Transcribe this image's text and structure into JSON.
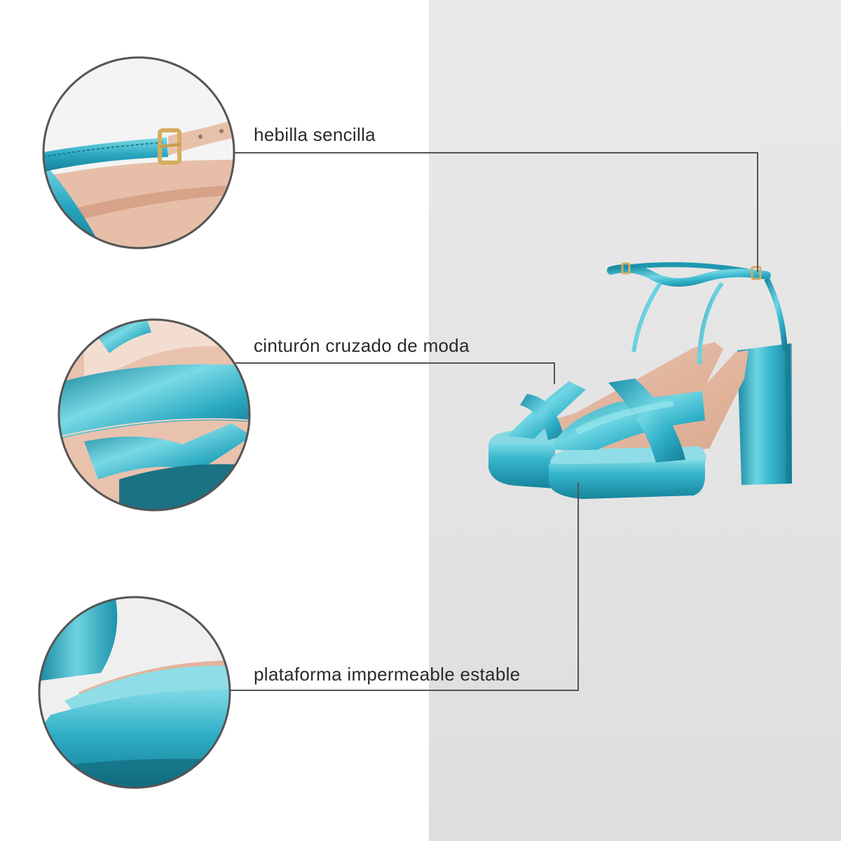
{
  "callouts": [
    {
      "label": "hebilla sencilla",
      "detail_icon": "buckle-detail"
    },
    {
      "label": "cinturón cruzado de moda",
      "detail_icon": "cross-strap-detail"
    },
    {
      "label": "plataforma impermeable estable",
      "detail_icon": "platform-detail"
    }
  ],
  "colors": {
    "product_teal": "#2aa6c0",
    "insole_beige": "#e6bca6",
    "buckle_gold": "#d4ac60",
    "callout_line": "#555555",
    "right_background": "#e6e6e6"
  }
}
